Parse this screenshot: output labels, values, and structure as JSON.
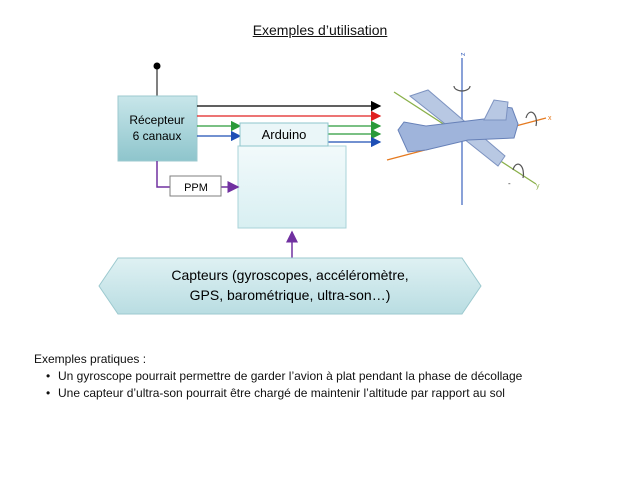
{
  "title": "Exemples d’utilisation",
  "diagram": {
    "receiver_line1": "Récepteur",
    "receiver_line2": "6 canaux",
    "arduino": "Arduino",
    "ppm": "PPM",
    "sensors_line1": "Capteurs (gyroscopes, accéléromètre,",
    "sensors_line2": "GPS, barométrique, ultra-son…)",
    "axis_z": "z",
    "axis_x": "x",
    "axis_y": "y",
    "channel_colors": [
      "#000000",
      "#e02020",
      "#1f4fb5",
      "#2a9a3a",
      "#7030a0"
    ]
  },
  "notes": {
    "heading": "Exemples pratiques :",
    "items": [
      "Un gyroscope pourrait permettre de garder l’avion à plat pendant la phase de décollage",
      "Une capteur d’ultra-son pourrait être chargé de maintenir l’altitude par rapport au sol"
    ]
  }
}
